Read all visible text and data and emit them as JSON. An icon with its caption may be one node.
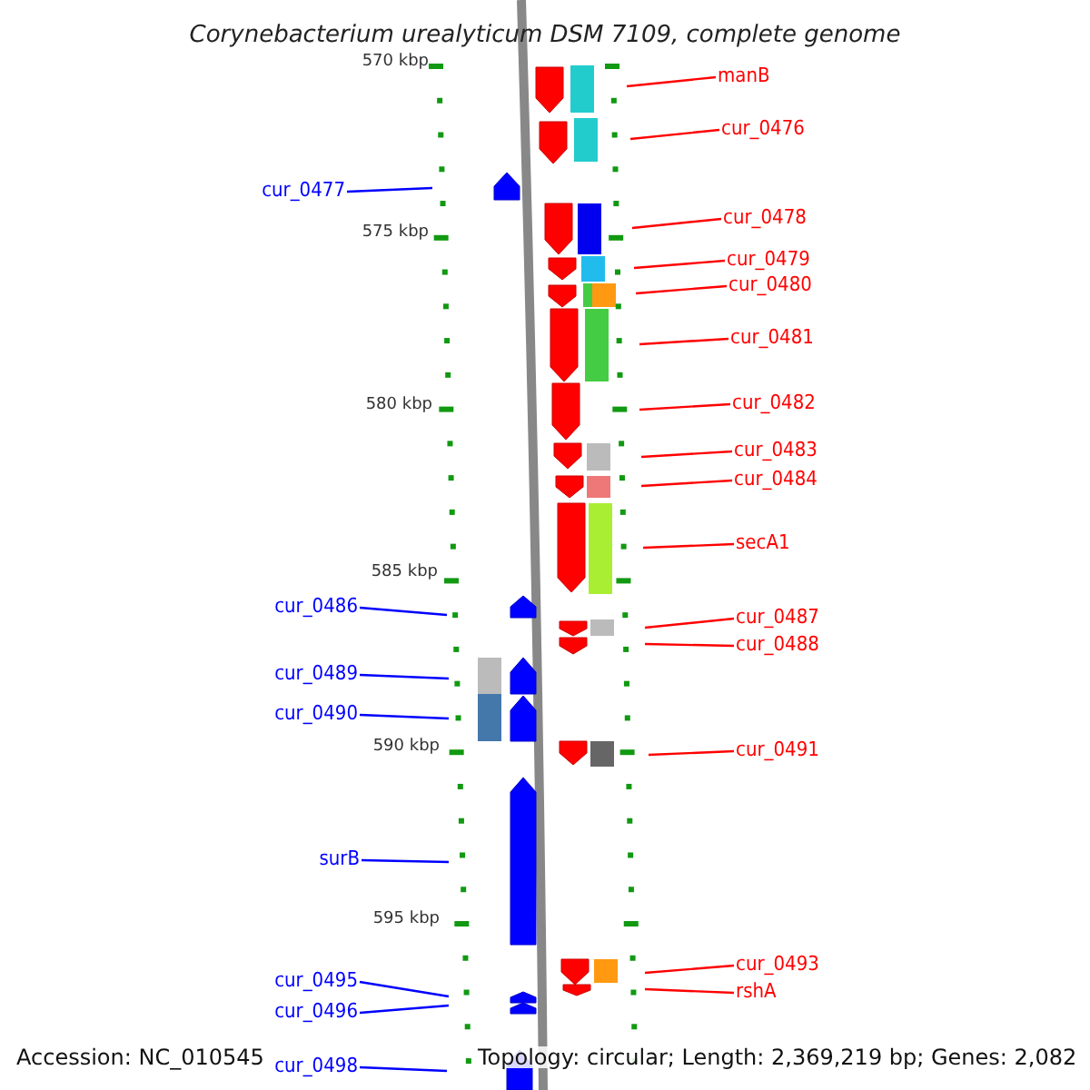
{
  "diagram": {
    "title": "Corynebacterium urealyticum DSM 7109, complete genome",
    "nodes": [
      {
        "text": [
          "manB"
        ]
      },
      {
        "text": [
          "cur_0476"
        ]
      },
      {
        "text": [
          "cur_0477"
        ]
      },
      {
        "text": [
          "cur_0478"
        ]
      },
      {
        "text": [
          "cur_0479"
        ]
      },
      {
        "text": [
          "cur_0480"
        ]
      },
      {
        "text": [
          "cur_0481"
        ]
      },
      {
        "text": [
          "cur_0482"
        ]
      },
      {
        "text": [
          "cur_0483"
        ]
      },
      {
        "text": [
          "cur_0484"
        ]
      },
      {
        "text": [
          "secA1"
        ]
      },
      {
        "text": [
          "cur_0486"
        ]
      },
      {
        "text": [
          "cur_0487"
        ]
      },
      {
        "text": [
          "cur_0488"
        ]
      },
      {
        "text": [
          "cur_0489"
        ]
      },
      {
        "text": [
          "cur_0490"
        ]
      },
      {
        "text": [
          "cur_0491"
        ]
      },
      {
        "text": [
          "surB"
        ]
      },
      {
        "text": [
          "cur_0493"
        ]
      },
      {
        "text": [
          "cur_0495"
        ]
      },
      {
        "text": [
          "rshA"
        ]
      },
      {
        "text": [
          "cur_0496"
        ]
      },
      {
        "text": [
          "cur_0498"
        ]
      }
    ],
    "edges": [
      {
        "from": 0,
        "to": null,
        "arrow": "none"
      },
      {
        "from": 1,
        "to": null,
        "arrow": "none"
      },
      {
        "from": 2,
        "to": null,
        "arrow": "none",
        "color": "#0000ff"
      },
      {
        "from": 3,
        "to": null,
        "arrow": "none"
      },
      {
        "from": 4,
        "to": null,
        "arrow": "none"
      },
      {
        "from": 5,
        "to": null,
        "arrow": "none"
      },
      {
        "from": 6,
        "to": null,
        "arrow": "none"
      },
      {
        "from": 7,
        "to": null,
        "arrow": "none"
      },
      {
        "from": 8,
        "to": null,
        "arrow": "none"
      },
      {
        "from": 9,
        "to": null,
        "arrow": "none"
      },
      {
        "from": 10,
        "to": null,
        "arrow": "none"
      },
      {
        "from": 11,
        "to": null,
        "arrow": "none",
        "color": "#0000ff"
      },
      {
        "from": 12,
        "to": null,
        "arrow": "none"
      },
      {
        "from": 13,
        "to": null,
        "arrow": "none"
      },
      {
        "from": 14,
        "to": null,
        "arrow": "none",
        "color": "#0000ff"
      },
      {
        "from": 15,
        "to": null,
        "arrow": "none",
        "color": "#0000ff"
      },
      {
        "from": 16,
        "to": null,
        "arrow": "none"
      },
      {
        "from": 17,
        "to": null,
        "arrow": "none",
        "color": "#0000ff"
      },
      {
        "from": 18,
        "to": null,
        "arrow": "none"
      },
      {
        "from": 19,
        "to": null,
        "arrow": "none",
        "color": "#0000ff"
      },
      {
        "from": 20,
        "to": null,
        "arrow": "none"
      },
      {
        "from": 21,
        "to": null,
        "arrow": "none",
        "color": "#0000ff"
      },
      {
        "from": 22,
        "to": null,
        "arrow": "none",
        "color": "#0000ff"
      }
    ],
    "labels": [
      "570 kbp",
      "575 kbp",
      "580 kbp",
      "585 kbp",
      "590 kbp",
      "595 kbp",
      "Accession: NC_010545",
      "Topology: circular; Length: 2,369,219 bp; Genes: 2,082"
    ]
  }
}
